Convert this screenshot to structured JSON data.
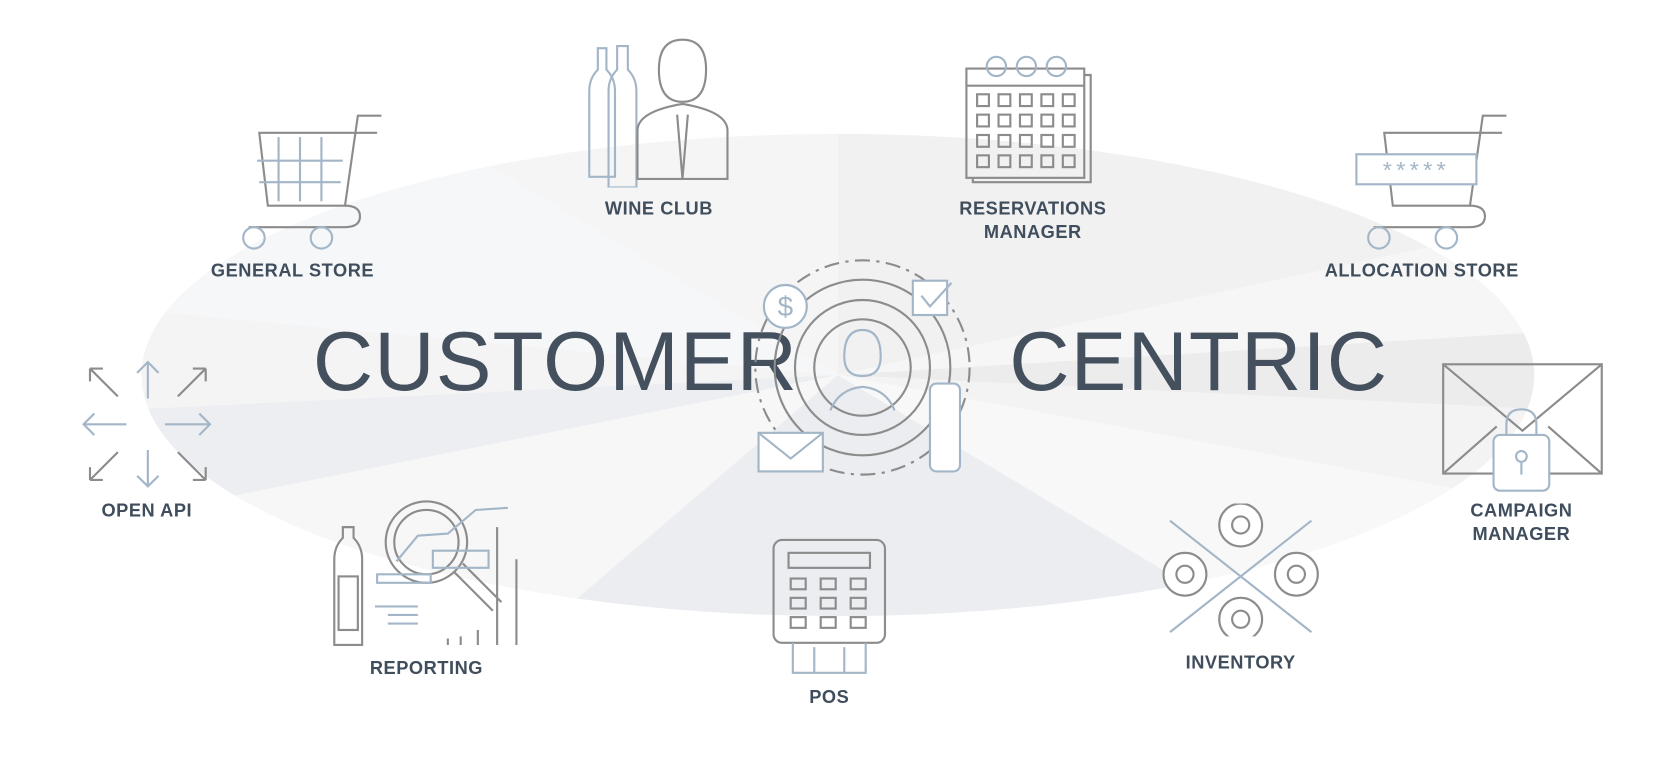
{
  "title_left": "CUSTOMER",
  "title_right": "CENTRIC",
  "modules": [
    {
      "label": "GENERAL STORE",
      "icon": "shopping-cart-icon"
    },
    {
      "label": "WINE CLUB",
      "icon": "sommelier-icon"
    },
    {
      "label": "RESERVATIONS",
      "label2": "MANAGER",
      "icon": "calendar-icon"
    },
    {
      "label": "ALLOCATION STORE",
      "icon": "locked-cart-icon"
    },
    {
      "label": "OPEN API",
      "icon": "arrows-icon"
    },
    {
      "label": "CAMPAIGN",
      "label2": "MANAGER",
      "icon": "envelope-lock-icon"
    },
    {
      "label": "REPORTING",
      "icon": "analytics-icon"
    },
    {
      "label": "POS",
      "icon": "pos-terminal-icon"
    },
    {
      "label": "INVENTORY",
      "icon": "inventory-icon"
    }
  ],
  "colors": {
    "text": "#3f4d5c",
    "line_gray": "#8c8c8c",
    "line_blue": "#a3b6c8"
  }
}
